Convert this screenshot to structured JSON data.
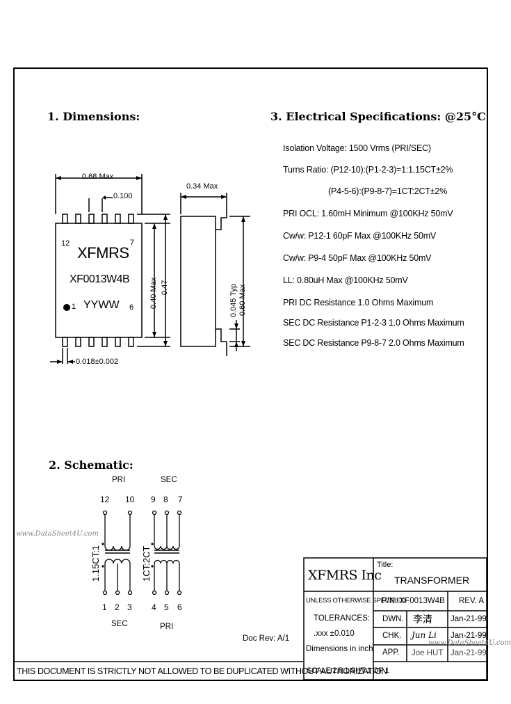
{
  "sections": {
    "dimensions_title": "1. Dimensions:",
    "electrical_title": "3. Electrical   Specifications: @25°C",
    "schematic_title": "2. Schematic:"
  },
  "dimensions": {
    "width_label": "0.68 Max",
    "pitch_label": "0.100",
    "side_width_label": "0.34 Max",
    "pin12": "12",
    "pin7": "7",
    "pin1": "1",
    "pin6": "6",
    "brand": "XFMRS",
    "part": "XF0013W4B",
    "datecode": "YYWW",
    "height_040": "0.40 Max",
    "height_047": "0.47",
    "lead_label": "0.018±0.002",
    "standoff_label": "0.045 Typ",
    "side_height_label": "0.60 Max"
  },
  "specs": [
    "Isolation Voltage:  1500 Vrms (PRI/SEC)",
    "Turns Ratio: (P12-10):(P1-2-3)=1:1.15CT±2%",
    "(P4-5-6):(P9-8-7)=1CT:2CT±2%",
    "PRI OCL: 1.60mH Minimum @100KHz 50mV",
    "Cw/w: P12-1 60pF Max @100KHz 50mV",
    "Cw/w: P9-4 50pF Max @100KHz 50mV",
    "LL: 0.80uH Max @100KHz 50mV",
    "PRI DC Resistance 1.0 Ohms Maximum",
    "SEC DC Resistance P1-2-3 1.0 Ohms Maximum",
    "SEC DC Resistance P9-8-7 2.0 Ohms Maximum"
  ],
  "schematic": {
    "left_top": "PRI",
    "right_top": "SEC",
    "pin12": "12",
    "pin10": "10",
    "pin9": "9",
    "pin8": "8",
    "pin7": "7",
    "pin1": "1",
    "pin2": "2",
    "pin3": "3",
    "pin4": "4",
    "pin5": "5",
    "pin6": "6",
    "left_ratio": "1.15CT:1",
    "right_ratio": "1CT:2CT",
    "left_bottom": "SEC",
    "right_bottom": "PRI"
  },
  "watermark": "www.DataSheet4U.com",
  "title_block": {
    "company": "XFMRS Inc",
    "title_label": "Title:",
    "title_value": "TRANSFORMER",
    "unless": "UNLESS OTHERWISE SPECIFIED",
    "tolerances": "TOLERANCES:",
    "tol_value": ".xxx ±0.010",
    "dims_in": "Dimensions in inch",
    "pn": "P/N: XF0013W4B",
    "rev": "REV. A",
    "dwn": "DWN.",
    "dwn_sig": "李清",
    "dwn_date": "Jan-21-99",
    "chk": "CHK.",
    "chk_sig": "Jun Li",
    "chk_date": "Jan-21-99",
    "app": "APP.",
    "app_sig": "Joe HUT",
    "app_date": "Jan-21-99",
    "scale": "SCALE 2.5:1 SHT 1 OF 1",
    "doc_rev": "Doc Rev: A/1",
    "notice": "THIS DOCUMENT IS STRICTLY NOT ALLOWED TO BE DUPLICATED WITHOUT AUTHORIZATION",
    "wm2": "www.DataSheet4U.com"
  }
}
